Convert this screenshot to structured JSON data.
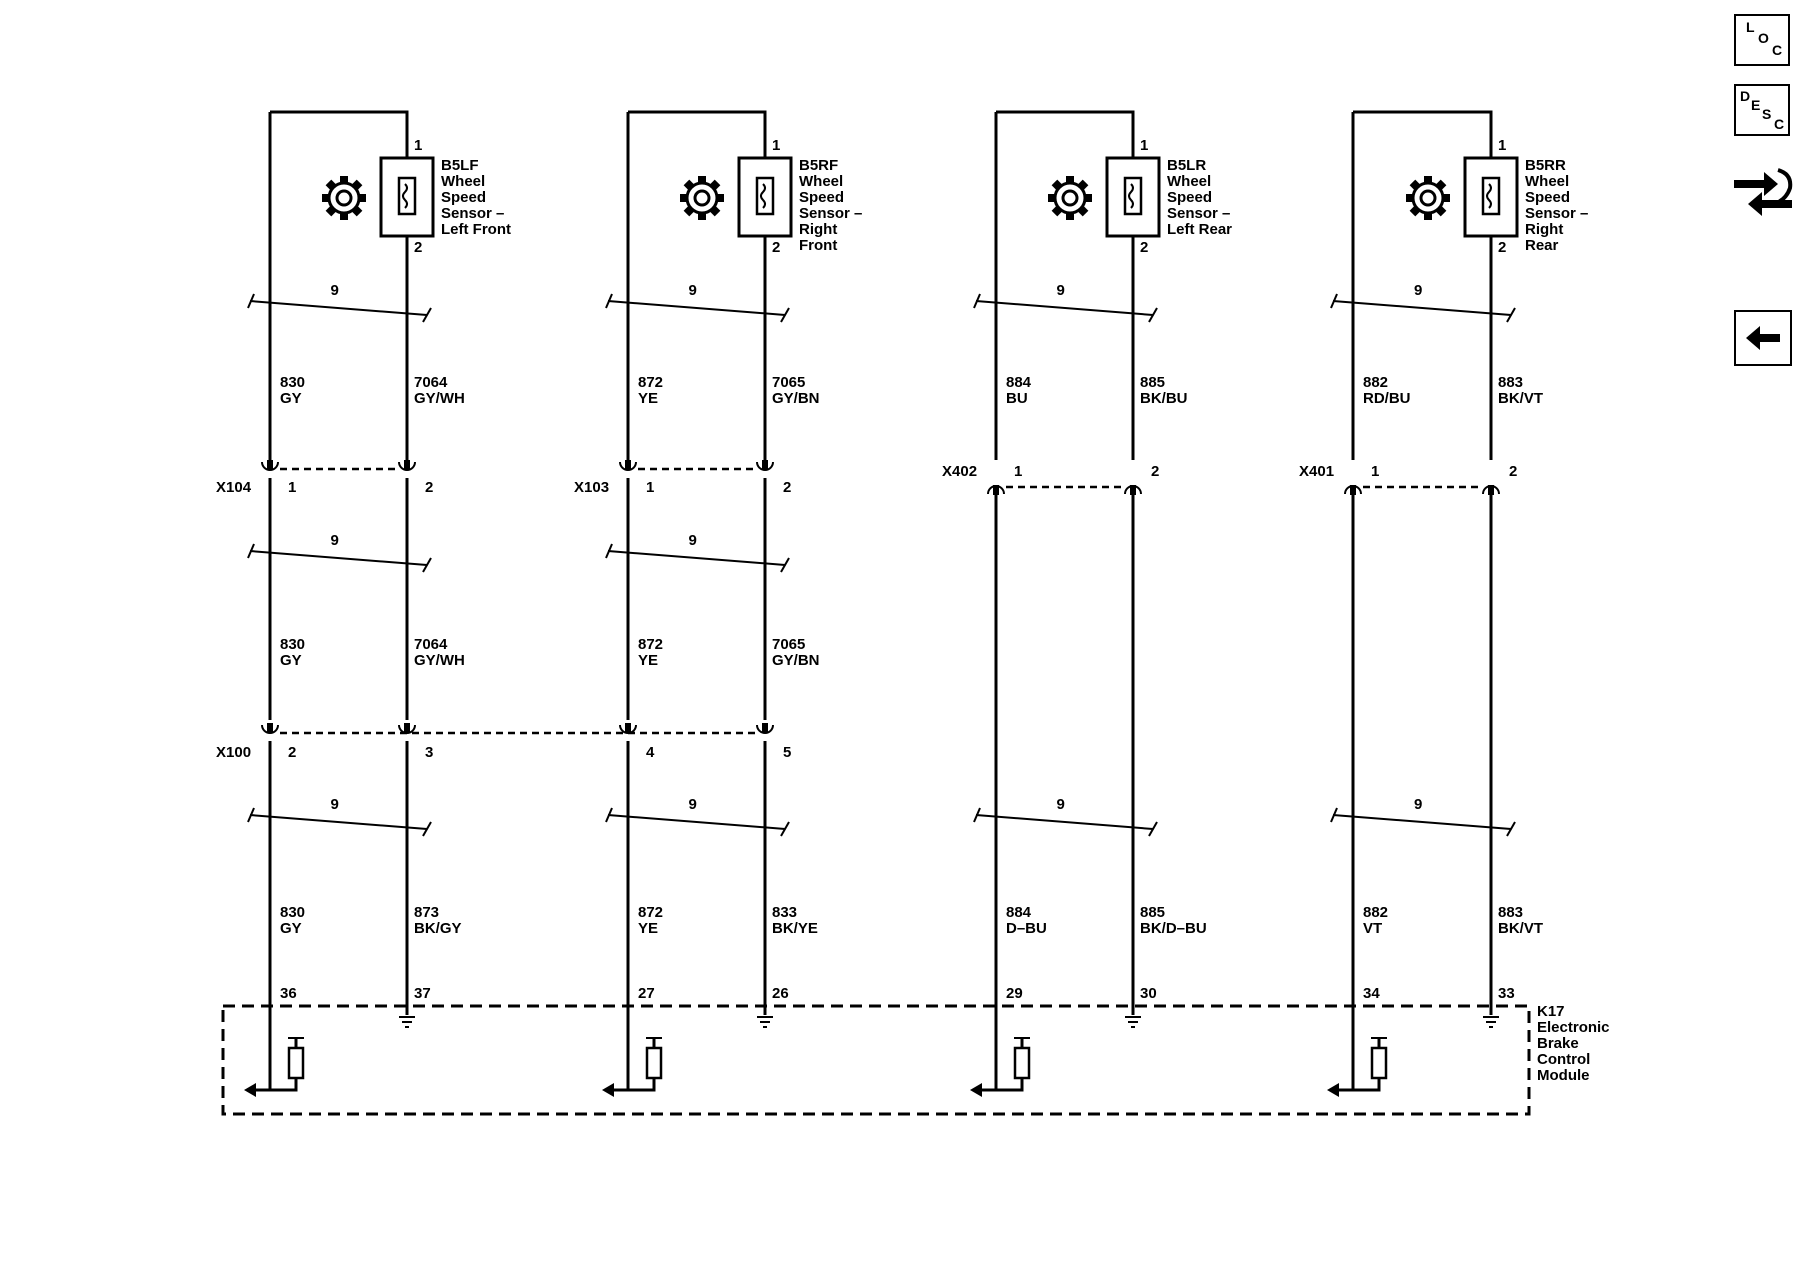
{
  "toolbar": {
    "loc_label": [
      "L",
      "O",
      "C"
    ],
    "desc_label": [
      "D",
      "E",
      "S",
      "C"
    ],
    "connector_icon": "connector-end-view-icon",
    "back_icon": "left-arrow-icon"
  },
  "module": {
    "label": [
      "K17",
      "Electronic",
      "Brake",
      "Control",
      "Module"
    ]
  },
  "columns": [
    {
      "sensor_id": "B5LF",
      "sensor_lines": [
        "Wheel",
        "Speed",
        "Sensor –",
        "Left Front"
      ],
      "pins": {
        "top": "1",
        "bottom": "2"
      },
      "shield": "9",
      "upper_wires": [
        {
          "num": "830",
          "color": "GY"
        },
        {
          "num": "7064",
          "color": "GY/WH"
        }
      ],
      "conn1": {
        "name": "X104",
        "pins": [
          "1",
          "2"
        ]
      },
      "mid_wires": [
        {
          "num": "830",
          "color": "GY"
        },
        {
          "num": "7064",
          "color": "GY/WH"
        }
      ],
      "conn2": {
        "name": "X100",
        "pins": [
          "2",
          "3"
        ]
      },
      "lower_wires": [
        {
          "num": "830",
          "color": "GY"
        },
        {
          "num": "873",
          "color": "BK/GY"
        }
      ],
      "module_pins": [
        "36",
        "37"
      ]
    },
    {
      "sensor_id": "B5RF",
      "sensor_lines": [
        "Wheel",
        "Speed",
        "Sensor –",
        "Right",
        "Front"
      ],
      "pins": {
        "top": "1",
        "bottom": "2"
      },
      "shield": "9",
      "upper_wires": [
        {
          "num": "872",
          "color": "YE"
        },
        {
          "num": "7065",
          "color": "GY/BN"
        }
      ],
      "conn1": {
        "name": "X103",
        "pins": [
          "1",
          "2"
        ]
      },
      "mid_wires": [
        {
          "num": "872",
          "color": "YE"
        },
        {
          "num": "7065",
          "color": "GY/BN"
        }
      ],
      "conn2": {
        "name": "",
        "pins": [
          "4",
          "5"
        ]
      },
      "lower_wires": [
        {
          "num": "872",
          "color": "YE"
        },
        {
          "num": "833",
          "color": "BK/YE"
        }
      ],
      "module_pins": [
        "27",
        "26"
      ]
    },
    {
      "sensor_id": "B5LR",
      "sensor_lines": [
        "Wheel",
        "Speed",
        "Sensor –",
        "Left Rear"
      ],
      "pins": {
        "top": "1",
        "bottom": "2"
      },
      "shield": "9",
      "upper_wires": [
        {
          "num": "884",
          "color": "BU"
        },
        {
          "num": "885",
          "color": "BK/BU"
        }
      ],
      "conn1": {
        "name": "X402",
        "pins": [
          "1",
          "2"
        ]
      },
      "mid_wires": [],
      "conn2": null,
      "lower_wires": [
        {
          "num": "884",
          "color": "D–BU"
        },
        {
          "num": "885",
          "color": "BK/D–BU"
        }
      ],
      "module_pins": [
        "29",
        "30"
      ]
    },
    {
      "sensor_id": "B5RR",
      "sensor_lines": [
        "Wheel",
        "Speed",
        "Sensor –",
        "Right",
        "Rear"
      ],
      "pins": {
        "top": "1",
        "bottom": "2"
      },
      "shield": "9",
      "upper_wires": [
        {
          "num": "882",
          "color": "RD/BU"
        },
        {
          "num": "883",
          "color": "BK/VT"
        }
      ],
      "conn1": {
        "name": "X401",
        "pins": [
          "1",
          "2"
        ]
      },
      "mid_wires": [],
      "conn2": null,
      "lower_wires": [
        {
          "num": "882",
          "color": "VT"
        },
        {
          "num": "883",
          "color": "BK/VT"
        }
      ],
      "module_pins": [
        "34",
        "33"
      ]
    }
  ]
}
